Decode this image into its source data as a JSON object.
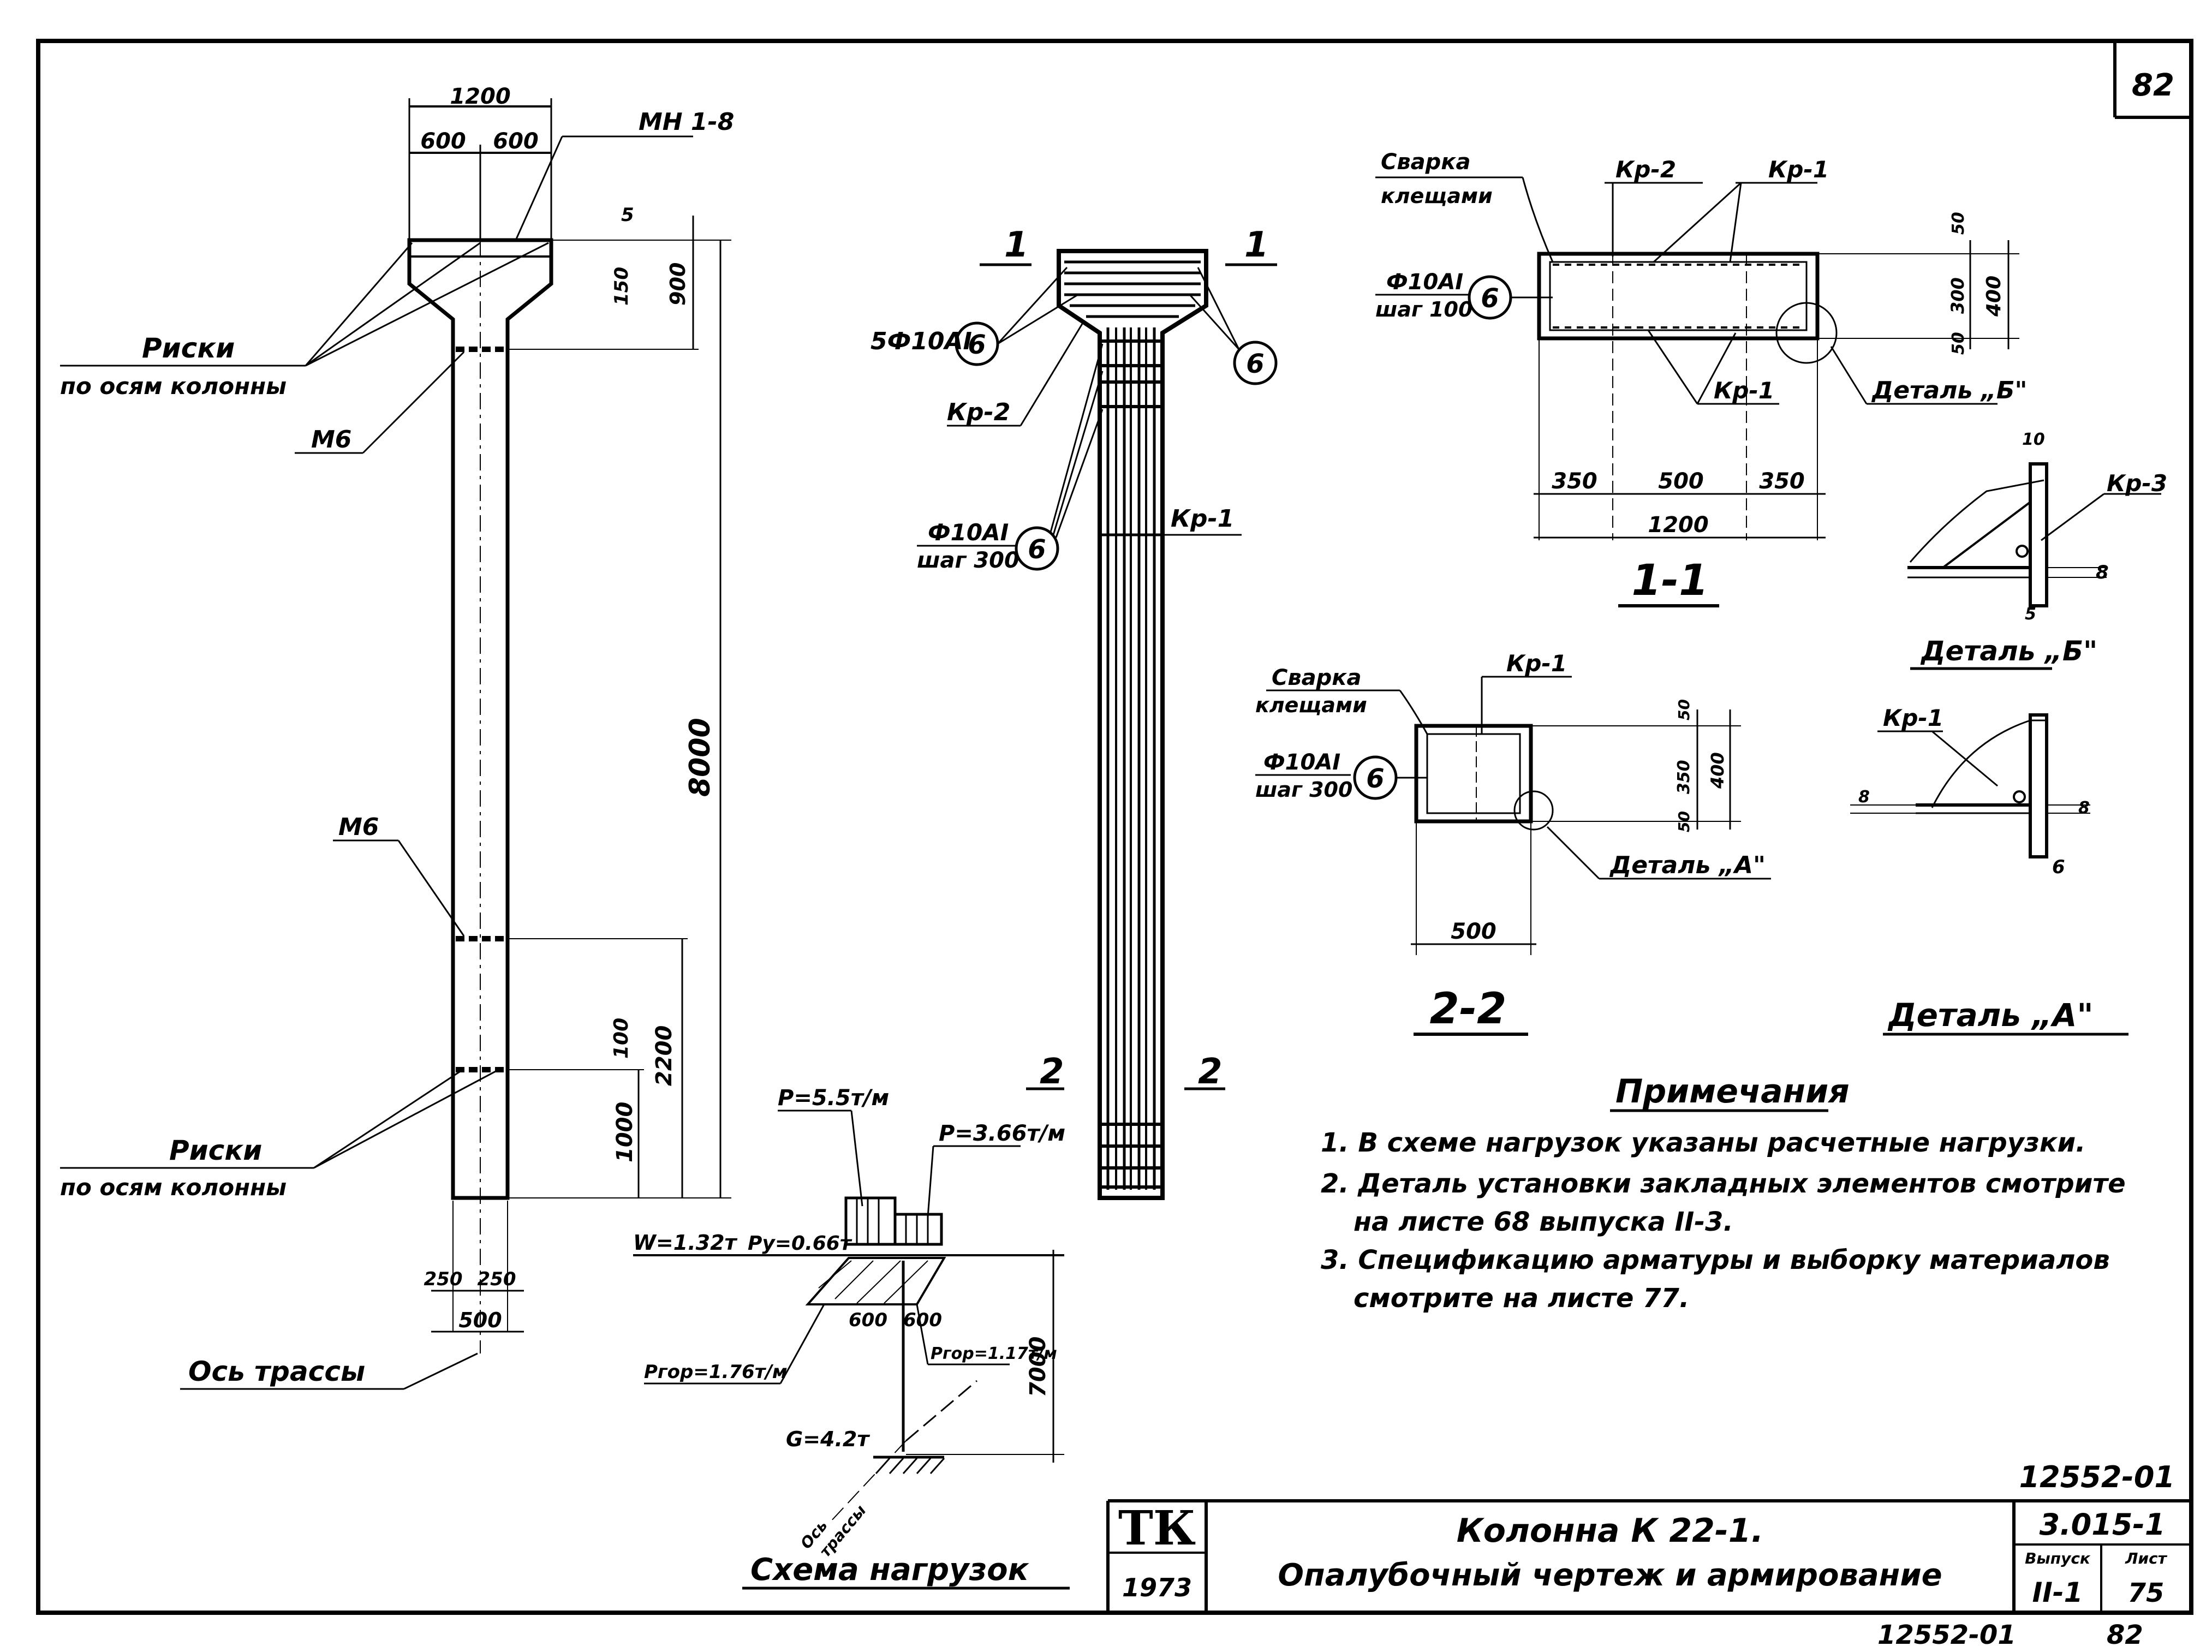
{
  "sheet": {
    "number_corner": "82",
    "doc_code_top": "12552-01",
    "doc_code_bottom": "12552-01",
    "sheet_bottom": "82"
  },
  "elevation": {
    "dim_top_total": "1200",
    "dim_top_left": "600",
    "dim_top_right": "600",
    "mark_mn": "МН 1-8",
    "dim_right_5": "5",
    "dim_right_150": "150",
    "dim_right_900": "900",
    "dim_8000": "8000",
    "dim_2200": "2200",
    "dim_100": "100",
    "dim_1000": "1000",
    "label_riski_top_1": "Риски",
    "label_riski_top_2": "по осям колонны",
    "label_m6_top": "М6",
    "label_m6_mid": "М6",
    "label_riski_bot_1": "Риски",
    "label_riski_bot_2": "по осям колонны",
    "dim_bot_250": "250",
    "dim_bot_250b": "250",
    "dim_bot_500": "500",
    "label_axis": "Ось трассы"
  },
  "reinforcement": {
    "section1_left": "1",
    "section1_right": "1",
    "section2_left": "2",
    "section2_right": "2",
    "label_bars": "5Ф10АI",
    "circle_6a": "6",
    "circle_6b": "6",
    "circle_6c": "6",
    "label_kr2": "Кр-2",
    "label_kr1": "Кр-1",
    "label_ties_1": "Ф10АI",
    "label_ties_2": "шаг 300"
  },
  "section11": {
    "label_weld_1": "Сварка",
    "label_weld_2": "клещами",
    "label_kr2": "Кр-2",
    "label_kr1_top": "Кр-1",
    "label_kr1_bot": "Кр-1",
    "label_ties_1": "Ф10АI",
    "label_ties_2": "шаг 100",
    "circle_6": "6",
    "label_detail_b": "Деталь „Б\"",
    "dim_350a": "350",
    "dim_500": "500",
    "dim_350b": "350",
    "dim_1200": "1200",
    "dim_r50": "50",
    "dim_r300": "300",
    "dim_r400": "400",
    "dim_r50b": "50",
    "title": "1-1"
  },
  "detailB": {
    "label_kr3": "Кр-3",
    "dim_10": "10",
    "dim_s": "5",
    "dim_8": "8",
    "title": "Деталь „Б\""
  },
  "section22": {
    "label_weld_1": "Сварка",
    "label_weld_2": "клещами",
    "label_kr1": "Кр-1",
    "label_ties_1": "Ф10АI",
    "label_ties_2": "шаг 300",
    "circle_6": "6",
    "label_detail_a": "Деталь „А\"",
    "dim_500": "500",
    "dim_r50": "50",
    "dim_r350": "350",
    "dim_r400": "400",
    "dim_r50b": "50",
    "title": "2-2"
  },
  "detailA": {
    "label_kr1": "Кр-1",
    "dim_8a": "8",
    "dim_8b": "8",
    "dim_6": "6",
    "title": "Деталь „А\""
  },
  "loads": {
    "p1": "P=5.5т/м",
    "p2": "P=3.66т/м",
    "w": "W=1.32т",
    "py": "Py=0.66т",
    "dim_600a": "600",
    "dim_600b": "600",
    "p_gor_left": "Pгор=1.76т/м",
    "p_gor_right": "Pгор=1.17т/м",
    "dim_7000": "7000",
    "g": "G=4.2т",
    "axis_1": "Ось",
    "axis_2": "трассы",
    "title": "Схема нагрузок"
  },
  "notes": {
    "title": "Примечания",
    "line1": "1. В схеме нагрузок указаны расчетные нагрузки.",
    "line2": "2. Деталь установки закладных элементов смотрите",
    "line3": "на листе 68 выпуска II-3.",
    "line4": "3. Спецификацию арматуры и выборку материалов",
    "line5": "смотрите на листе 77."
  },
  "title_block": {
    "logo": "ТК",
    "year": "1973",
    "title1": "Колонна К 22-1.",
    "title2": "Опалубочный чертеж и армирование",
    "series": "3.015-1",
    "issue_label": "Выпуск",
    "issue_value": "II-1",
    "sheet_label": "Лист",
    "sheet_value": "75"
  }
}
